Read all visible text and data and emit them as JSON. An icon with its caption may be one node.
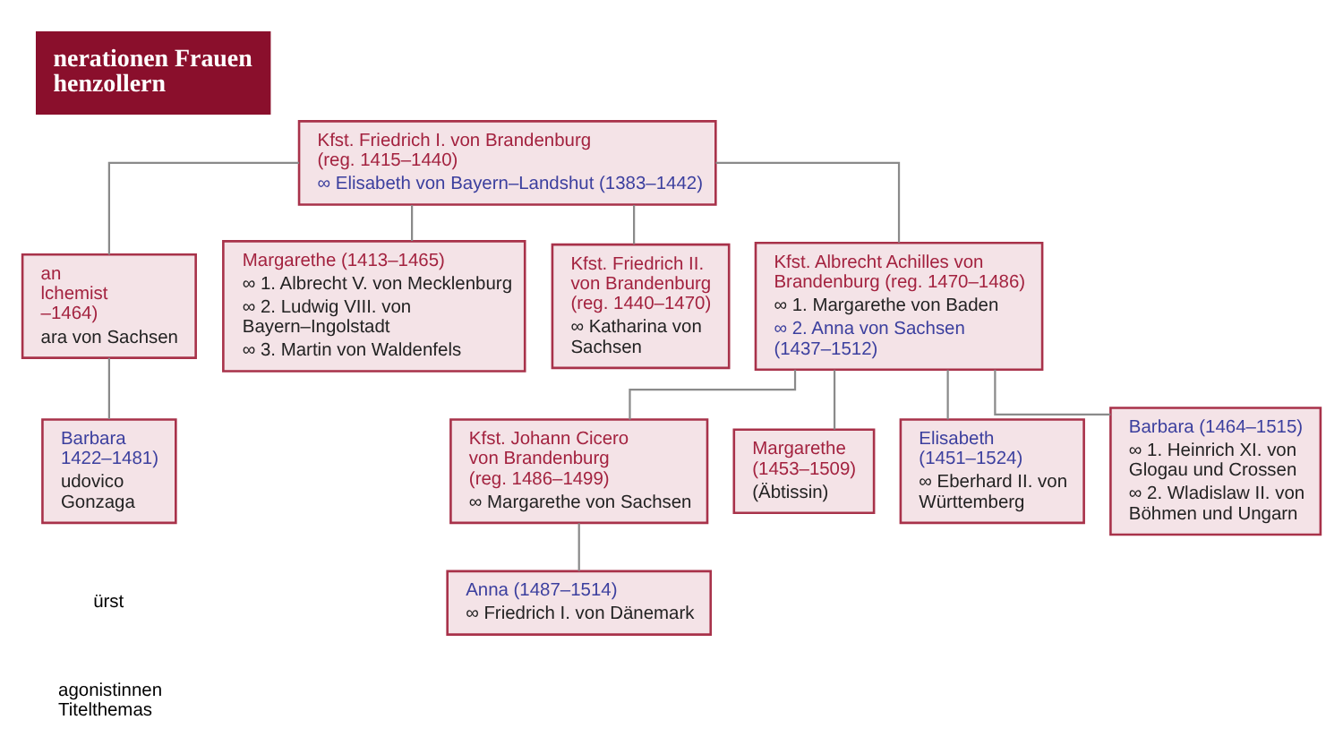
{
  "diagram": {
    "title": "nerationen Frauen henzollern",
    "nodes": [
      {
        "text": [
          "Kfst. Friedrich I. von Brandenburg (reg. 1415–1440)",
          "∞ Elisabeth von Bayern–Landshut (1383–1442)"
        ]
      },
      {
        "text": [
          "an lchemist –1464)",
          "ara von Sachsen"
        ]
      },
      {
        "text": [
          "Margarethe (1413–1465)",
          "∞ 1. Albrecht V. von Mecklenburg",
          "∞ 2. Ludwig VIII. von Bayern–Ingolstadt",
          "∞ 3. Martin von Waldenfels"
        ]
      },
      {
        "text": [
          "Kfst. Friedrich II. von Brandenburg (reg. 1440–1470)",
          "∞ Katharina von Sachsen"
        ]
      },
      {
        "text": [
          "Kfst. Albrecht Achilles von Brandenburg (reg. 1470–1486)",
          "∞ 1. Margarethe von Baden",
          "∞ 2. Anna von Sachsen (1437–1512)"
        ]
      },
      {
        "text": [
          "Barbara 1422–1481)",
          "udovico Gonzaga"
        ]
      },
      {
        "text": [
          "Kfst. Johann Cicero von Brandenburg (reg. 1486–1499)",
          "∞ Margarethe von Sachsen"
        ]
      },
      {
        "text": [
          "Margarethe (1453–1509)",
          "(Äbtissin)"
        ]
      },
      {
        "text": [
          "Elisabeth (1451–1524)",
          "∞ Eberhard II. von Württemberg"
        ]
      },
      {
        "text": [
          "Barbara (1464–1515)",
          "∞ 1. Heinrich XI. von Glogau und Crossen",
          "∞ 2. Wladislaw II. von Böhmen und Ungarn"
        ]
      },
      {
        "text": [
          "Anna (1487–1514)",
          "∞ Friedrich I. von Dänemark"
        ]
      }
    ],
    "edges": [
      {
        "from": 0,
        "to": 1,
        "arrow": "none"
      },
      {
        "from": 0,
        "to": 2,
        "arrow": "none"
      },
      {
        "from": 0,
        "to": 3,
        "arrow": "none"
      },
      {
        "from": 0,
        "to": 4,
        "arrow": "none"
      },
      {
        "from": 1,
        "to": 5,
        "arrow": "none"
      },
      {
        "from": 4,
        "to": 6,
        "arrow": "none"
      },
      {
        "from": 4,
        "to": 7,
        "arrow": "none"
      },
      {
        "from": 4,
        "to": 8,
        "arrow": "none"
      },
      {
        "from": 4,
        "to": 9,
        "arrow": "none"
      },
      {
        "from": 6,
        "to": 10,
        "arrow": "none"
      }
    ],
    "labels": [
      "ürst",
      "agonistinnen Titelthemas"
    ]
  }
}
